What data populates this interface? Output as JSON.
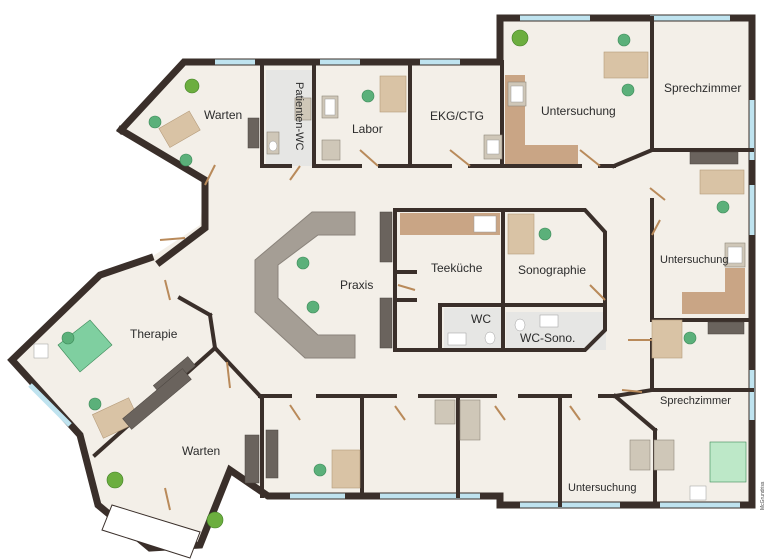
{
  "rooms": {
    "warten_top": "Warten",
    "patienten_wc": "Patienten-WC",
    "labor": "Labor",
    "ekg": "EKG/CTG",
    "untersuchung_top": "Untersuchung",
    "sprechzimmer_top": "Sprechzimmer",
    "untersuchung_right": "Untersuchung",
    "praxis": "Praxis",
    "teekueche": "Teeküche",
    "sonographie": "Sonographie",
    "wc": "WC",
    "wc_sono": "WC-Sono.",
    "therapie": "Therapie",
    "warten_bottom": "Warten",
    "sprechzimmer_bottom": "Sprechzimmer",
    "untersuchung_bottom": "Untersuchung"
  },
  "watermark": "McGrundriss",
  "colors": {
    "floor": "#f3efe8",
    "tile": "#e6e6e4",
    "wood": "#c9a585",
    "wall": "#3a2f2a"
  }
}
